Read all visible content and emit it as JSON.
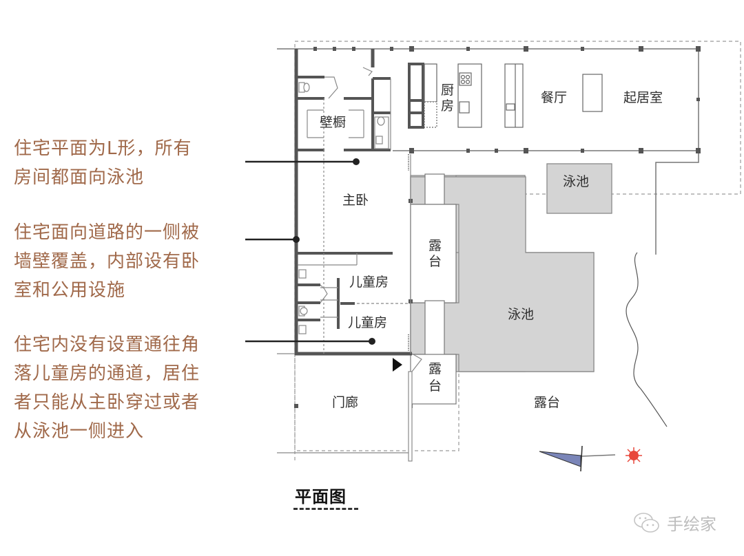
{
  "annotations": [
    {
      "id": "l-shape",
      "text": "住宅平面为L形，所有\n房间都面向泳池"
    },
    {
      "id": "road-wall",
      "text": "住宅面向道路的一侧被\n墙壁覆盖，内部设有卧\n室和公用设施"
    },
    {
      "id": "no-corridor",
      "text": "住宅内没有设置通往角\n落儿童房的通道，居住\n者只能从主卧穿过或者\n从泳池一侧进入"
    }
  ],
  "rooms": {
    "closet": "壁橱",
    "kitchen_1": "厨",
    "kitchen_2": "房",
    "dining": "餐厅",
    "living": "起居室",
    "small_pool": "泳池",
    "master_bedroom": "主卧",
    "terrace_upper_1": "露",
    "terrace_upper_2": "台",
    "kids_room_1": "儿童房",
    "kids_room_2": "儿童房",
    "main_pool": "泳池",
    "terrace_lower_1": "露",
    "terrace_lower_2": "台",
    "porch": "门廊",
    "terrace_outer": "露台"
  },
  "colors": {
    "annotation_text": "#a0694a",
    "wall": "#555555",
    "pool_fill": "#d4d4d4",
    "line": "#777777",
    "sun": "#e8473a",
    "arrow_blue": "#4a5a9a"
  },
  "title": "平面图",
  "watermark": "手绘家"
}
